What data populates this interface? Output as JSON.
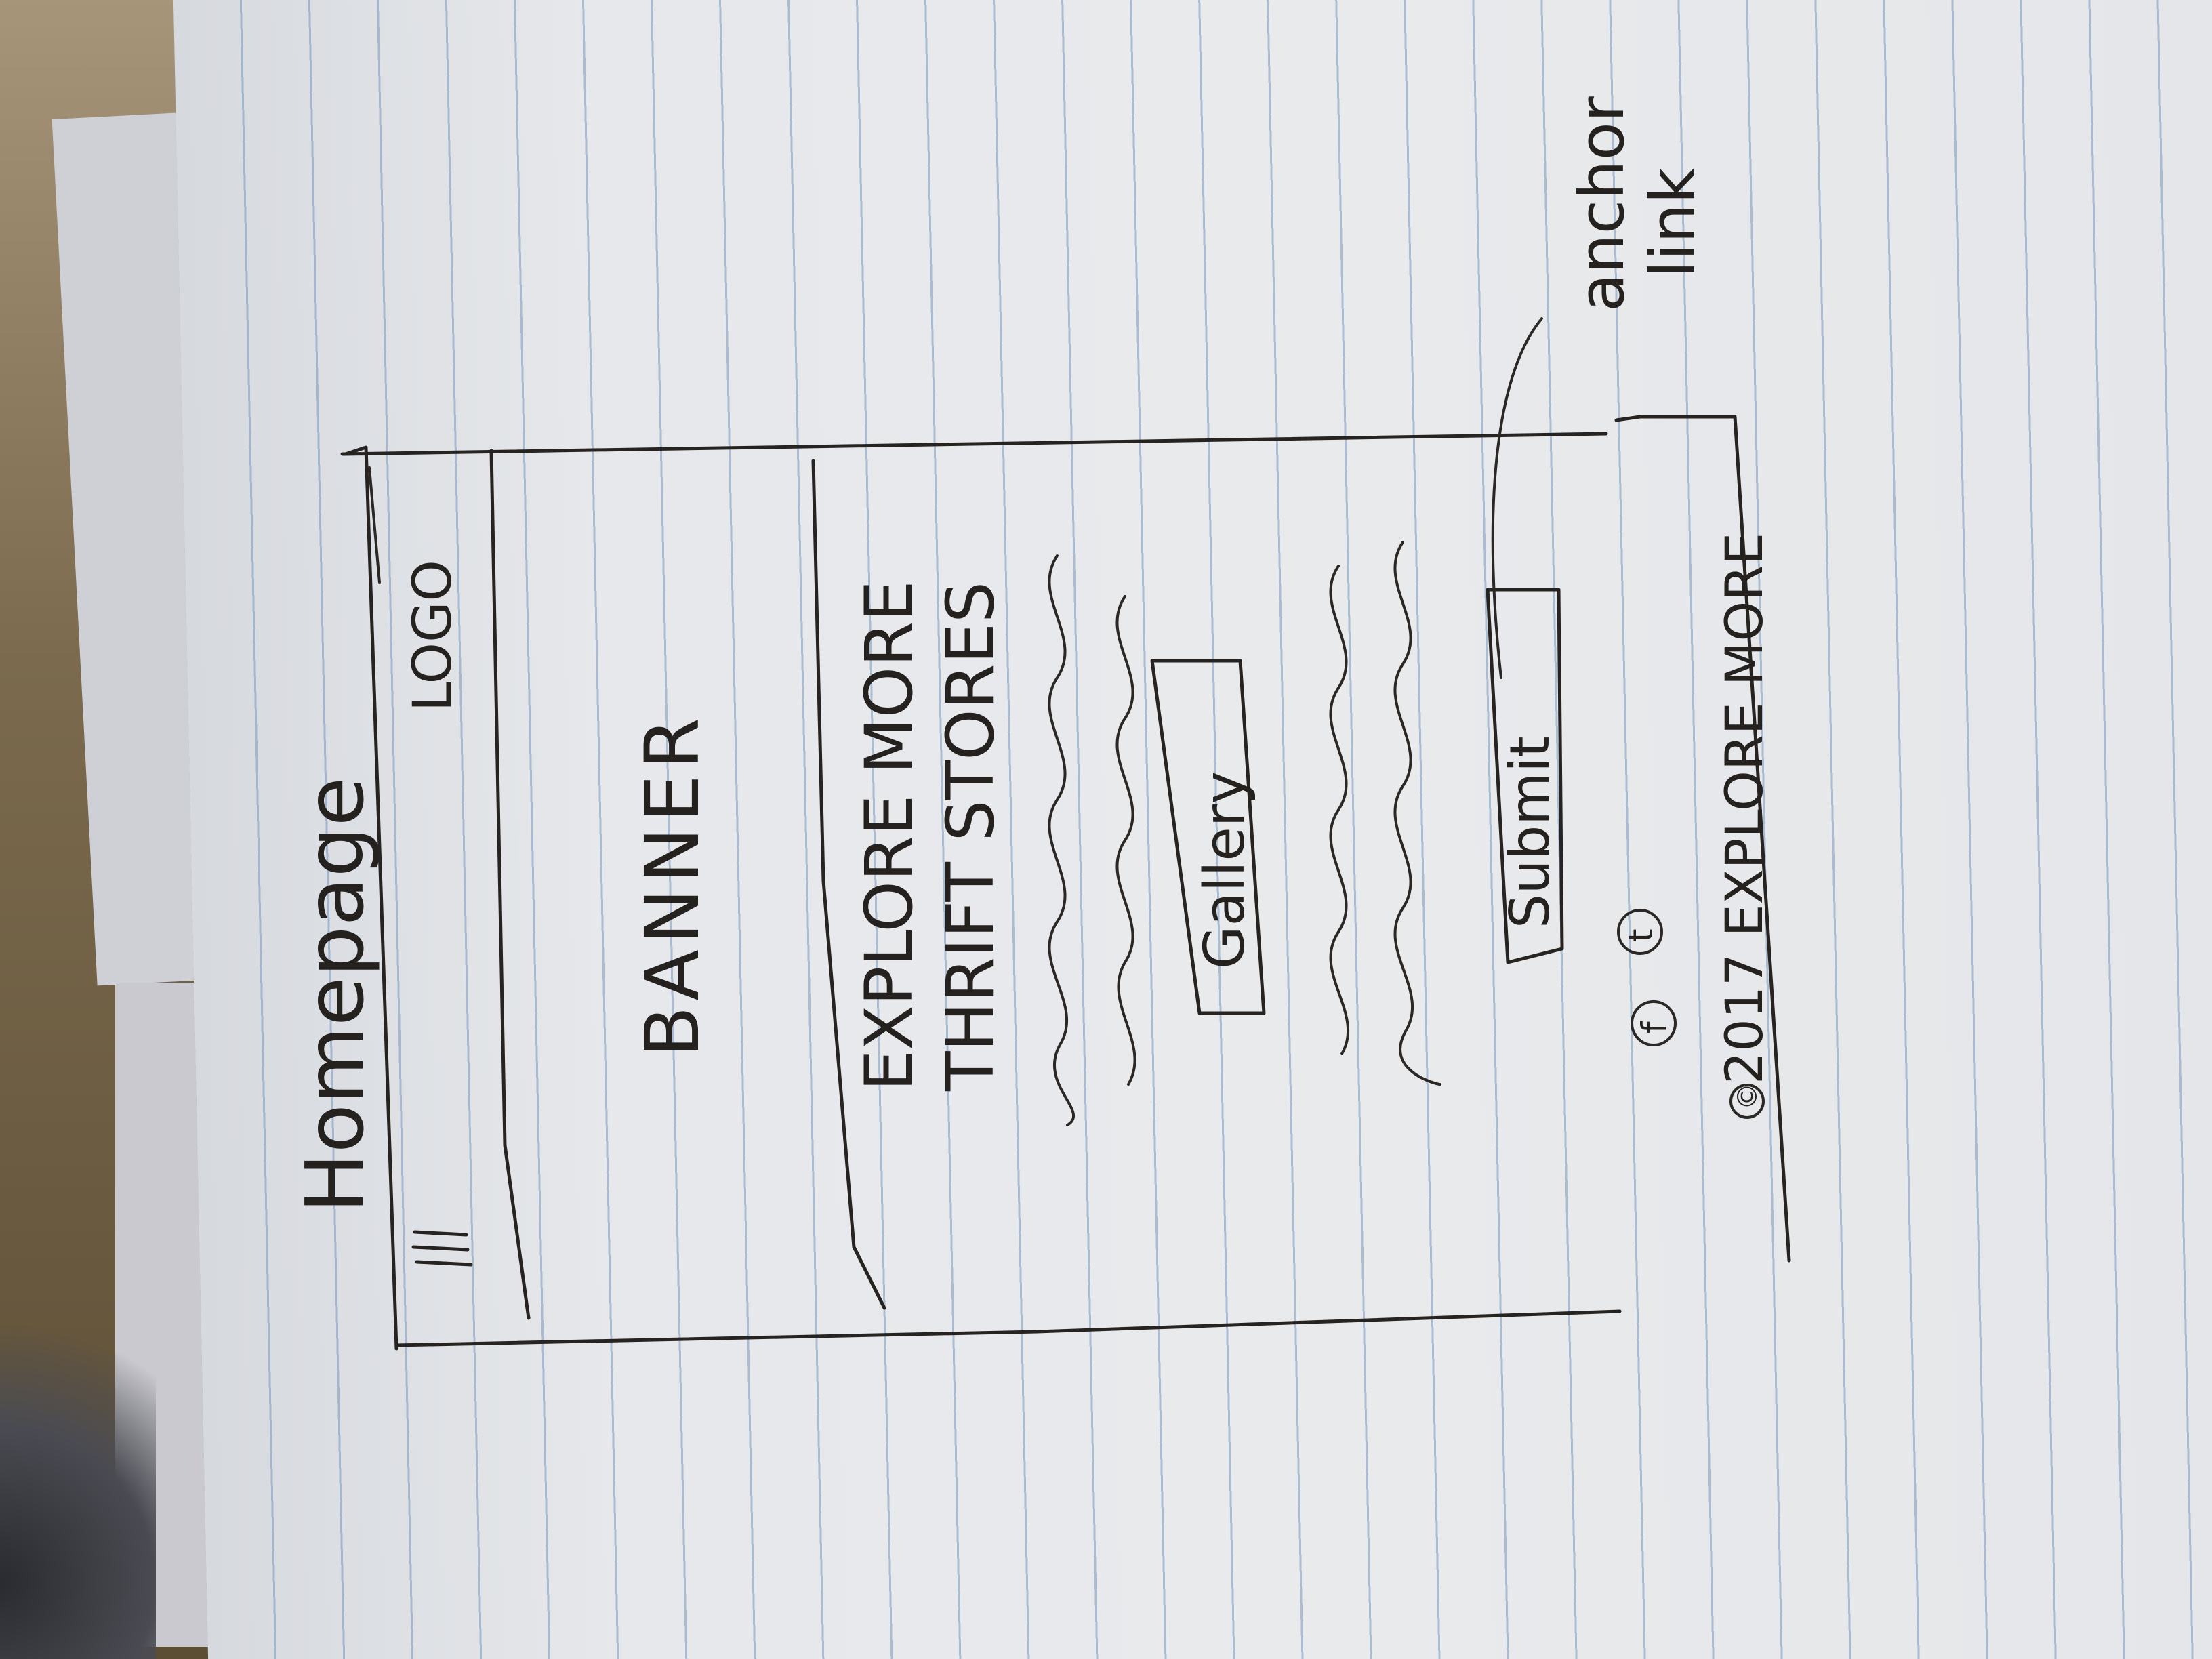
{
  "page_title": "Homepage",
  "header": {
    "logo_label": "LOGO",
    "menu_icon": "hamburger-menu-icon"
  },
  "banner": {
    "label": "BANNER"
  },
  "intro": {
    "line1": "EXPLORE MORE",
    "line2": "THRIFT STORES"
  },
  "gallery_button": {
    "label": "Gallery"
  },
  "submit_button": {
    "label": "Submit"
  },
  "annotation": {
    "line1": "anchor",
    "line2": "link"
  },
  "footer": {
    "social_icons": [
      "facebook-icon",
      "twitter-icon"
    ],
    "facebook_glyph": "f",
    "twitter_glyph": "t",
    "copyright_symbol": "©",
    "copyright_text": "2017 EXPLORE MORE"
  },
  "colors": {
    "ink": "#262321",
    "paper": "#e9eaec",
    "rule_line": "#7896be"
  }
}
